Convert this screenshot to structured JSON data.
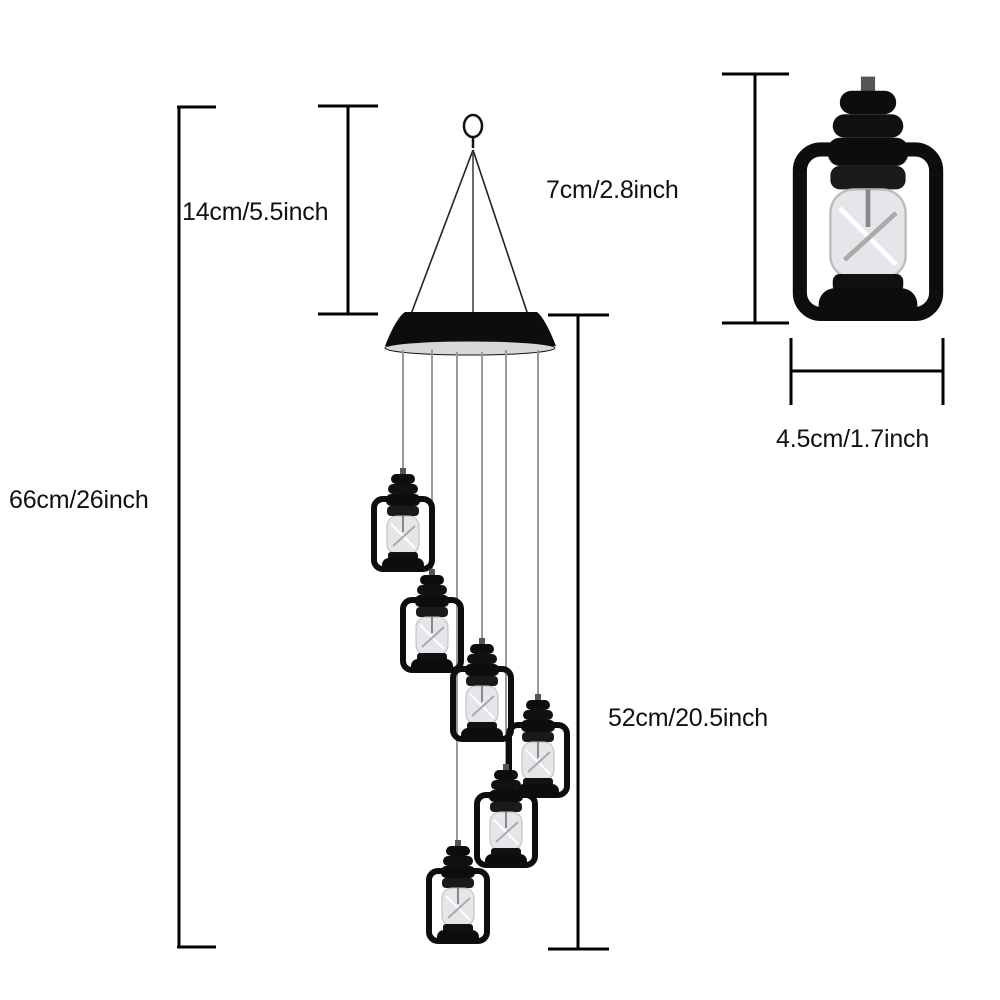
{
  "diagram": {
    "type": "product-dimensions",
    "subject": "solar lantern wind chime",
    "lantern_count": 6,
    "colors": {
      "background": "#ffffff",
      "lines": "#000000",
      "lantern_body": "#0d0d0d",
      "glass": "#e6e6ea",
      "strings": "#9a9a9a"
    },
    "dimensions": {
      "total_height": {
        "label": "66cm/26inch",
        "cm": 66,
        "inch": 26
      },
      "hanger_height": {
        "label": "14cm/5.5inch",
        "cm": 14,
        "inch": 5.5
      },
      "string_length": {
        "label": "52cm/20.5inch",
        "cm": 52,
        "inch": 20.5
      },
      "lantern_height": {
        "label": "7cm/2.8inch",
        "cm": 7,
        "inch": 2.8
      },
      "lantern_width": {
        "label": "4.5cm/1.7inch",
        "cm": 4.5,
        "inch": 1.7
      }
    }
  }
}
